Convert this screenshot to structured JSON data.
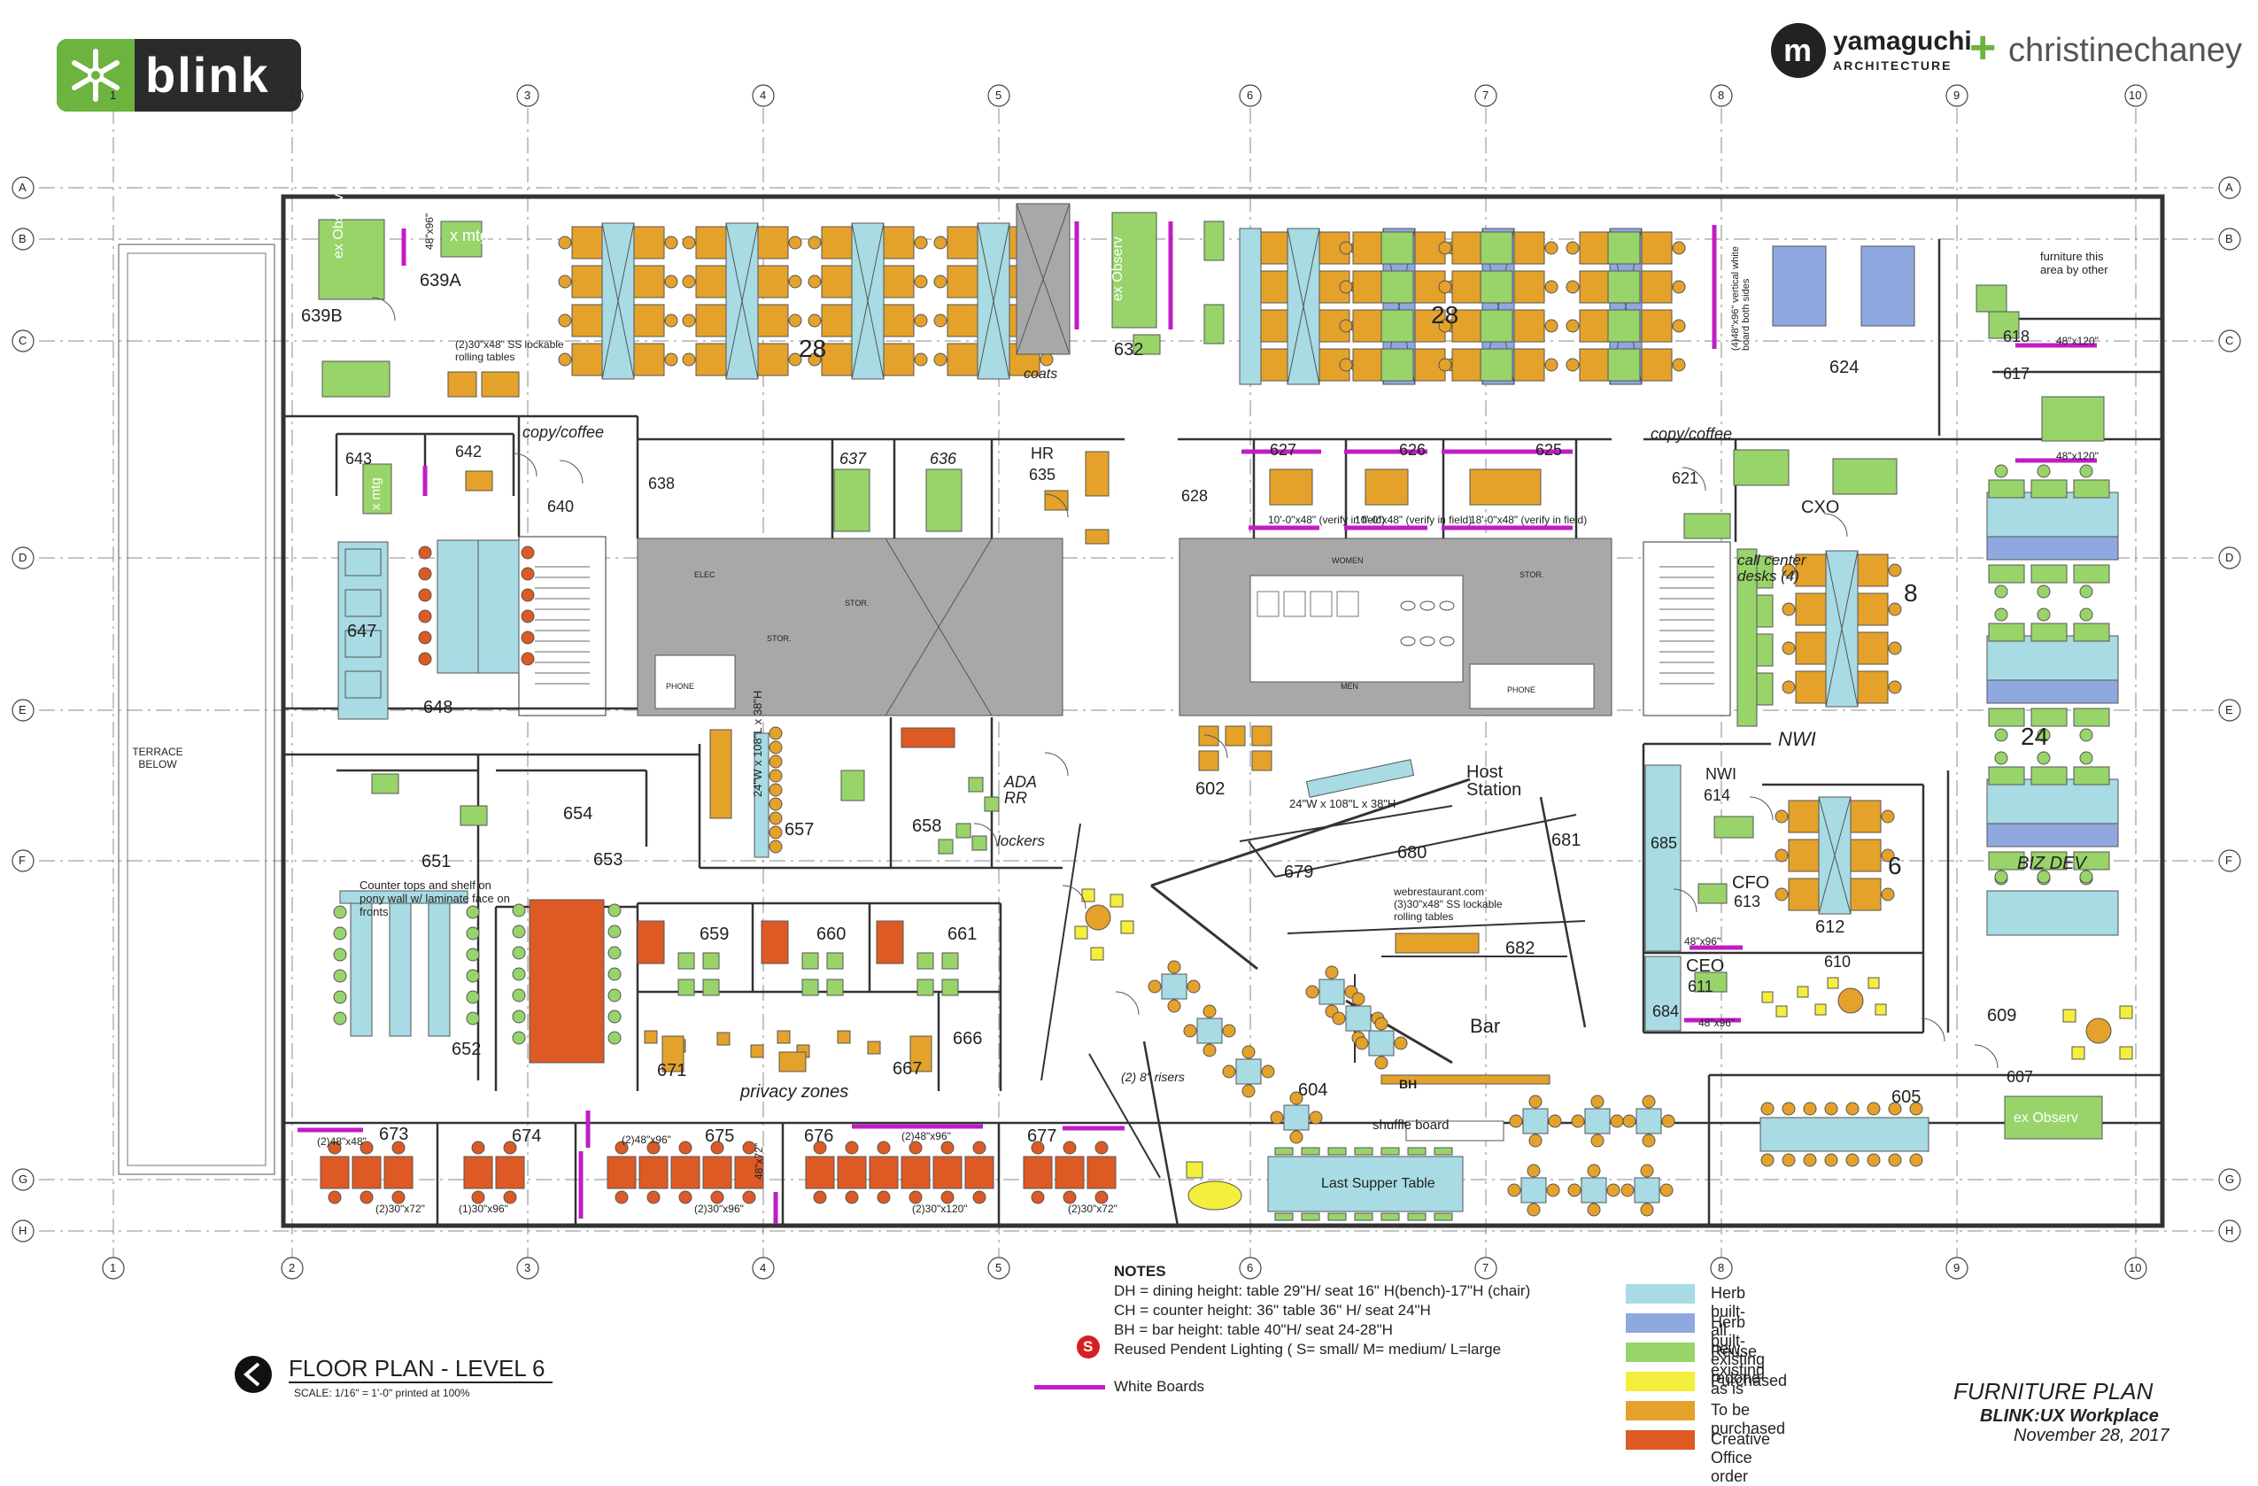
{
  "brand": {
    "logo_text": "blink",
    "architect_name": "yamaguchi",
    "architect_sub": "ARCHITECTURE",
    "plus": "+",
    "partner": "christinechaney"
  },
  "colors": {
    "herb_new": "#a8dbe4",
    "herb_redone": "#8fa8e0",
    "reuse": "#98d46a",
    "purchased": "#f4ee3c",
    "to_purchase": "#e4a22a",
    "creative": "#dd5a25",
    "whiteboard": "#c21cc4",
    "core_gray": "#a8a8a8",
    "wall": "#333333"
  },
  "grid": {
    "columns": [
      "1",
      "2",
      "3",
      "4",
      "5",
      "6",
      "7",
      "8",
      "9",
      "10"
    ],
    "rows": [
      "A",
      "B",
      "C",
      "D",
      "E",
      "F",
      "G",
      "H"
    ]
  },
  "rooms": {
    "r639A": "639A",
    "r639B": "639B",
    "x_mtg_1": "x mtg",
    "ex_observ_1": "ex Observ",
    "r632": "632",
    "ex_observ_2": "ex Observ",
    "count_28a": "28",
    "count_28b": "28",
    "r624": "624",
    "r618": "618",
    "r617": "617",
    "furniture_note": "furniture this area by other",
    "r643": "643",
    "x_mtg_2": "x mtg",
    "r642": "642",
    "r640": "640",
    "r638": "638",
    "r637": "637",
    "r636": "636",
    "hr": "HR",
    "r635": "635",
    "r628": "628",
    "r627": "627",
    "r626": "626",
    "r625": "625",
    "r621": "621",
    "cxo": "CXO",
    "copy1": "copy/coffee",
    "copy2": "copy/coffee",
    "r647": "647",
    "r648": "648",
    "call_center": "call center desks (4)",
    "count_8": "8",
    "nwi": "NWI",
    "nwi2": "NWI",
    "r614": "614",
    "count_24": "24",
    "r654": "654",
    "r651": "651",
    "r653": "653",
    "r657": "657",
    "r658": "658",
    "ada": "ADA RR",
    "lockers": "lockers",
    "r602": "602",
    "host": "Host Station",
    "r680": "680",
    "r679": "679",
    "r681": "681",
    "r682": "682",
    "cfo": "CFO",
    "r613": "613",
    "r612": "612",
    "count_6": "6",
    "r685": "685",
    "biz_dev": "BIZ DEV",
    "r659": "659",
    "r660": "660",
    "r661": "661",
    "r652": "652",
    "r666": "666",
    "r671": "671",
    "r667": "667",
    "privacy": "privacy zones",
    "r604": "604",
    "bar": "Bar",
    "bh": "BH",
    "r610": "610",
    "ceo": "CEO",
    "r611": "611",
    "r684": "684",
    "r609": "609",
    "r673": "673",
    "r674": "674",
    "r675": "675",
    "r676": "676",
    "r677": "677",
    "r605": "605",
    "r607": "607",
    "ex_observ_3": "ex Observ",
    "shuffle": "shuffle board",
    "last_supper": "Last Supper Table",
    "risers": "(2) 8\" risers",
    "terrace": "TERRACE BELOW",
    "coats": "coats",
    "elec": "ELEC",
    "stor1": "STOR.",
    "stor2": "STOR.",
    "stor3": "STOR.",
    "phone1": "PHONE",
    "phone2": "PHONE",
    "women": "WOMEN",
    "men": "MEN"
  },
  "annotations": {
    "ss_tables": "(2)30\"x48\" SS lockable rolling tables",
    "wb_vertical": "(4)48\"x96\" vertical white board both sides",
    "webres": "webrestaurant.com (3)30\"x48\" SS lockable rolling tables",
    "counter_tops": "Counter tops and shelf on pony wall w/ laminate face on fronts",
    "table_24_108": "24\"W x 108\"L x 38\"H",
    "table_24_108b": "24\"W x 108\"L x 38\"H",
    "wb_48x96": "48\"x96\"",
    "wb_48x120": "48\"x120\"",
    "wb_2_48x96": "(2)48\"x96\"",
    "wb_2_48x48": "(2)48\"x48\"",
    "t_2_30x72": "(2)30\"x72\"",
    "t_1_30x96": "(1)30\"x96\"",
    "t_2_30x96": "(2)30\"x96\"",
    "t_2_30x120": "(2)30\"x120\"",
    "t_2_30x72b": "(2)30\"x72\"",
    "wb_48x72": "48\"x72\"",
    "vif_1": "10'-0\"x48\" (verify in field)",
    "vif_2": "10'-0\"x48\" (verify in field)",
    "vif_3": "18'-0\"x48\" (verify in field)"
  },
  "notes": {
    "title": "NOTES",
    "dh": "DH = dining height: table 29\"H/ seat 16\" H(bench)-17\"H (chair)",
    "ch": "CH = counter height: 36\" table 36\" H/ seat  24\"H",
    "bh": "BH = bar height: table 40\"H/ seat 24-28\"H",
    "lighting": "Reused Pendent Lighting ( S= small/ M= medium/ L=large",
    "lighting_symbol": "S",
    "whiteboards": "White Boards"
  },
  "legend": [
    {
      "label": "Herb built- all new",
      "color": "#a8dbe4"
    },
    {
      "label": "Herb built- existing redone",
      "color": "#8fa8e0"
    },
    {
      "label": "Reuse existing as is",
      "color": "#98d46a"
    },
    {
      "label": "Purchased",
      "color": "#f4ee3c"
    },
    {
      "label": "To be purchased",
      "color": "#e4a22a"
    },
    {
      "label": "Creative Office order",
      "color": "#dd5a25"
    }
  ],
  "title_block": {
    "floor_plan": "FLOOR PLAN - LEVEL 6",
    "scale": "SCALE: 1/16\" = 1'-0\" printed at 100%",
    "plan_title": "FURNITURE PLAN",
    "project": "BLINK:UX Workplace",
    "date": "November 28, 2017"
  }
}
